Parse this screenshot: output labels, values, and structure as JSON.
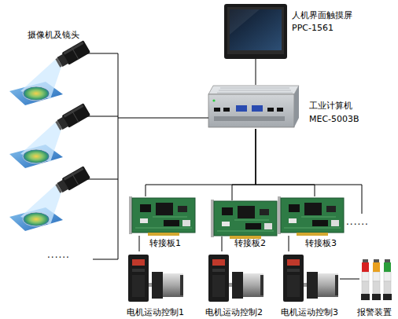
{
  "diagram": {
    "nodes": [
      {
        "text": [
          "人机界面触摸屏",
          "PPC-1561"
        ]
      },
      {
        "text": [
          "工业计算机",
          "MEC-5003B"
        ]
      },
      {
        "text": [
          "摄像机及镜头"
        ]
      },
      {
        "text": [
          "转接板1"
        ]
      },
      {
        "text": [
          "转接板2"
        ]
      },
      {
        "text": [
          "转接板3"
        ]
      },
      {
        "text": [
          "电机运动控制1"
        ]
      },
      {
        "text": [
          "电机运动控制2"
        ]
      },
      {
        "text": [
          "电机运动控制3"
        ]
      },
      {
        "text": [
          "报警装置"
        ]
      }
    ],
    "edges": [
      {
        "from": 0,
        "to": 1,
        "arrow": "none"
      },
      {
        "from": 2,
        "to": 1,
        "arrow": "none"
      },
      {
        "from": 1,
        "to": 3,
        "arrow": "none"
      },
      {
        "from": 1,
        "to": 4,
        "arrow": "none"
      },
      {
        "from": 1,
        "to": 5,
        "arrow": "none"
      },
      {
        "from": 3,
        "to": 6,
        "arrow": "none"
      },
      {
        "from": 4,
        "to": 7,
        "arrow": "none"
      },
      {
        "from": 5,
        "to": 8,
        "arrow": "none"
      },
      {
        "from": 8,
        "to": 9,
        "arrow": "none"
      }
    ],
    "labels": [
      "......",
      "......"
    ]
  }
}
